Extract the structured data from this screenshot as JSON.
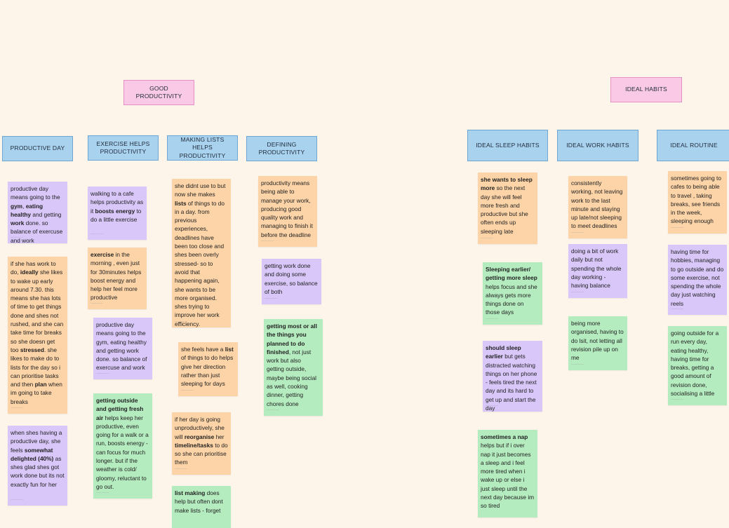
{
  "board": {
    "titles": {
      "good_productivity": "GOOD PRODUCTIVITY",
      "ideal_habits": "IDEAL HABITS"
    },
    "columns": {
      "productive_day": "PRODUCTIVE DAY",
      "exercise": "EXERCISE HELPS PRODUCTIVITY",
      "lists": "MAKING LISTS HELPS PRODUCTIVITY",
      "defining": "DEFINING PRODUCTIVITY",
      "sleep": "IDEAL SLEEP HABITS",
      "work": "IDEAL WORK HABITS",
      "routine": "IDEAL ROUTINE"
    }
  },
  "colors": {
    "purple": "#d8c7f8",
    "orange": "#fcd4a8",
    "green": "#b5ecbf",
    "pink_header": "#f9c9e6",
    "blue_header": "#a9d2ef"
  },
  "notes": {
    "pd1": [
      "productive day means going to the ",
      {
        "b": "gym"
      },
      ", ",
      {
        "b": "eating healthy"
      },
      " and getting ",
      {
        "b": "work"
      },
      " done. so balance of exercuse and work"
    ],
    "pd2": [
      "if she has work to do, ",
      {
        "b": "ideally"
      },
      " she likes to wake up early around 7.30. this means she has lots of time to get things done and shes not rushed, and she can take time for breaks so she doesn get too ",
      {
        "b": "stressed"
      },
      ". she likes to make do to lists for the day so i can prioritise tasks and then ",
      {
        "b": "plan"
      },
      " when im going to take breaks"
    ],
    "pd3": [
      "when shes having a productive day, she feels ",
      {
        "b": "somewhat delighted (40%)"
      },
      " as shes glad shes got work done but its not exactly fun for her"
    ],
    "ex1": [
      "walking to a cafe helps productivity as it ",
      {
        "b": "boosts energy"
      },
      " to do a little exercise"
    ],
    "ex2": [
      {
        "b": "exercise"
      },
      " in the morning , even just for 30minutes helps boost energy and help her feel more productive"
    ],
    "ex3": [
      "productive day means going to the gym, eating healthy and getting work done. so balance of exercuse and work"
    ],
    "ex4": [
      {
        "b": "getting outside and getting fresh air"
      },
      " helps keep her productive, even going for a walk or a run, boosts energy - can focus for much longer. but if the weather is cold/ gloomy, reluctant to go out."
    ],
    "ls1": [
      "she didnt use to but now she makes ",
      {
        "b": "lists"
      },
      " of things to do in a day. from previous experiences, deadlines have been too close and shes been overly stressed- so to avoid that happening again, she wants to be more organised. shes trying to improve her work efficiency."
    ],
    "ls2": [
      "she feels have a ",
      {
        "b": "list"
      },
      " of things to do helps give her direction rather than just sleeping for days"
    ],
    "ls3": [
      "if her day is going unproductively, she will ",
      {
        "b": "reorganise"
      },
      " her ",
      {
        "b": "timeline/tasks"
      },
      " to do so she can prioritise them"
    ],
    "ls4": [
      {
        "b": "list making"
      },
      " does help but often dont make lists - forget"
    ],
    "df1": [
      "productivity means being able to manage your work, producing good quality work and managing to finish it before the deadline"
    ],
    "df2": [
      "getting work done and doing some exercise, so balance of both"
    ],
    "df3": [
      {
        "b": "getting most or all the things you planned to do finished"
      },
      ", not just work but also getting outside, maybe being social as well, cooking dinner, getting chores done"
    ],
    "sl1": [
      {
        "b": "she wants to sleep more"
      },
      " so the next day she will feel more fresh and productive but she often ends up sleeping late"
    ],
    "sl2": [
      {
        "b": "Sleeping earlier/ getting more sleep"
      },
      " helps focus and she always gets more things done on those days"
    ],
    "sl3": [
      {
        "b": "should sleep earlier"
      },
      " but gets distracted watching things on her phone - feels tired the next day and its hard to get up and start the day"
    ],
    "sl4": [
      {
        "b": "sometimes a nap"
      },
      " helps but if i over nap it just becomes a sleep and i feel more tired when i wake up or else i just sleep until the next day because im so tired"
    ],
    "wk1": [
      "consistently working, not leaving work to the last minute and staying up late/not sleeping to meet deadlines"
    ],
    "wk2": [
      "doing a bit of work daily but not spending the whole day working - having balance"
    ],
    "wk3": [
      "being more organised, having to do lsit, not letting all revision pile up on me"
    ],
    "rt1": [
      "sometimes going to cafes to being able to travel , taking breaks, see friends in the week, sleeping enough"
    ],
    "rt2": [
      "having time for hobbies, managing to go outside and do some exercise, not spending the whole day just watching reels"
    ],
    "rt3": [
      "going outside for a run every day, eating healthy, having time for breaks, getting a good amount of revision done, socialising a little"
    ]
  }
}
